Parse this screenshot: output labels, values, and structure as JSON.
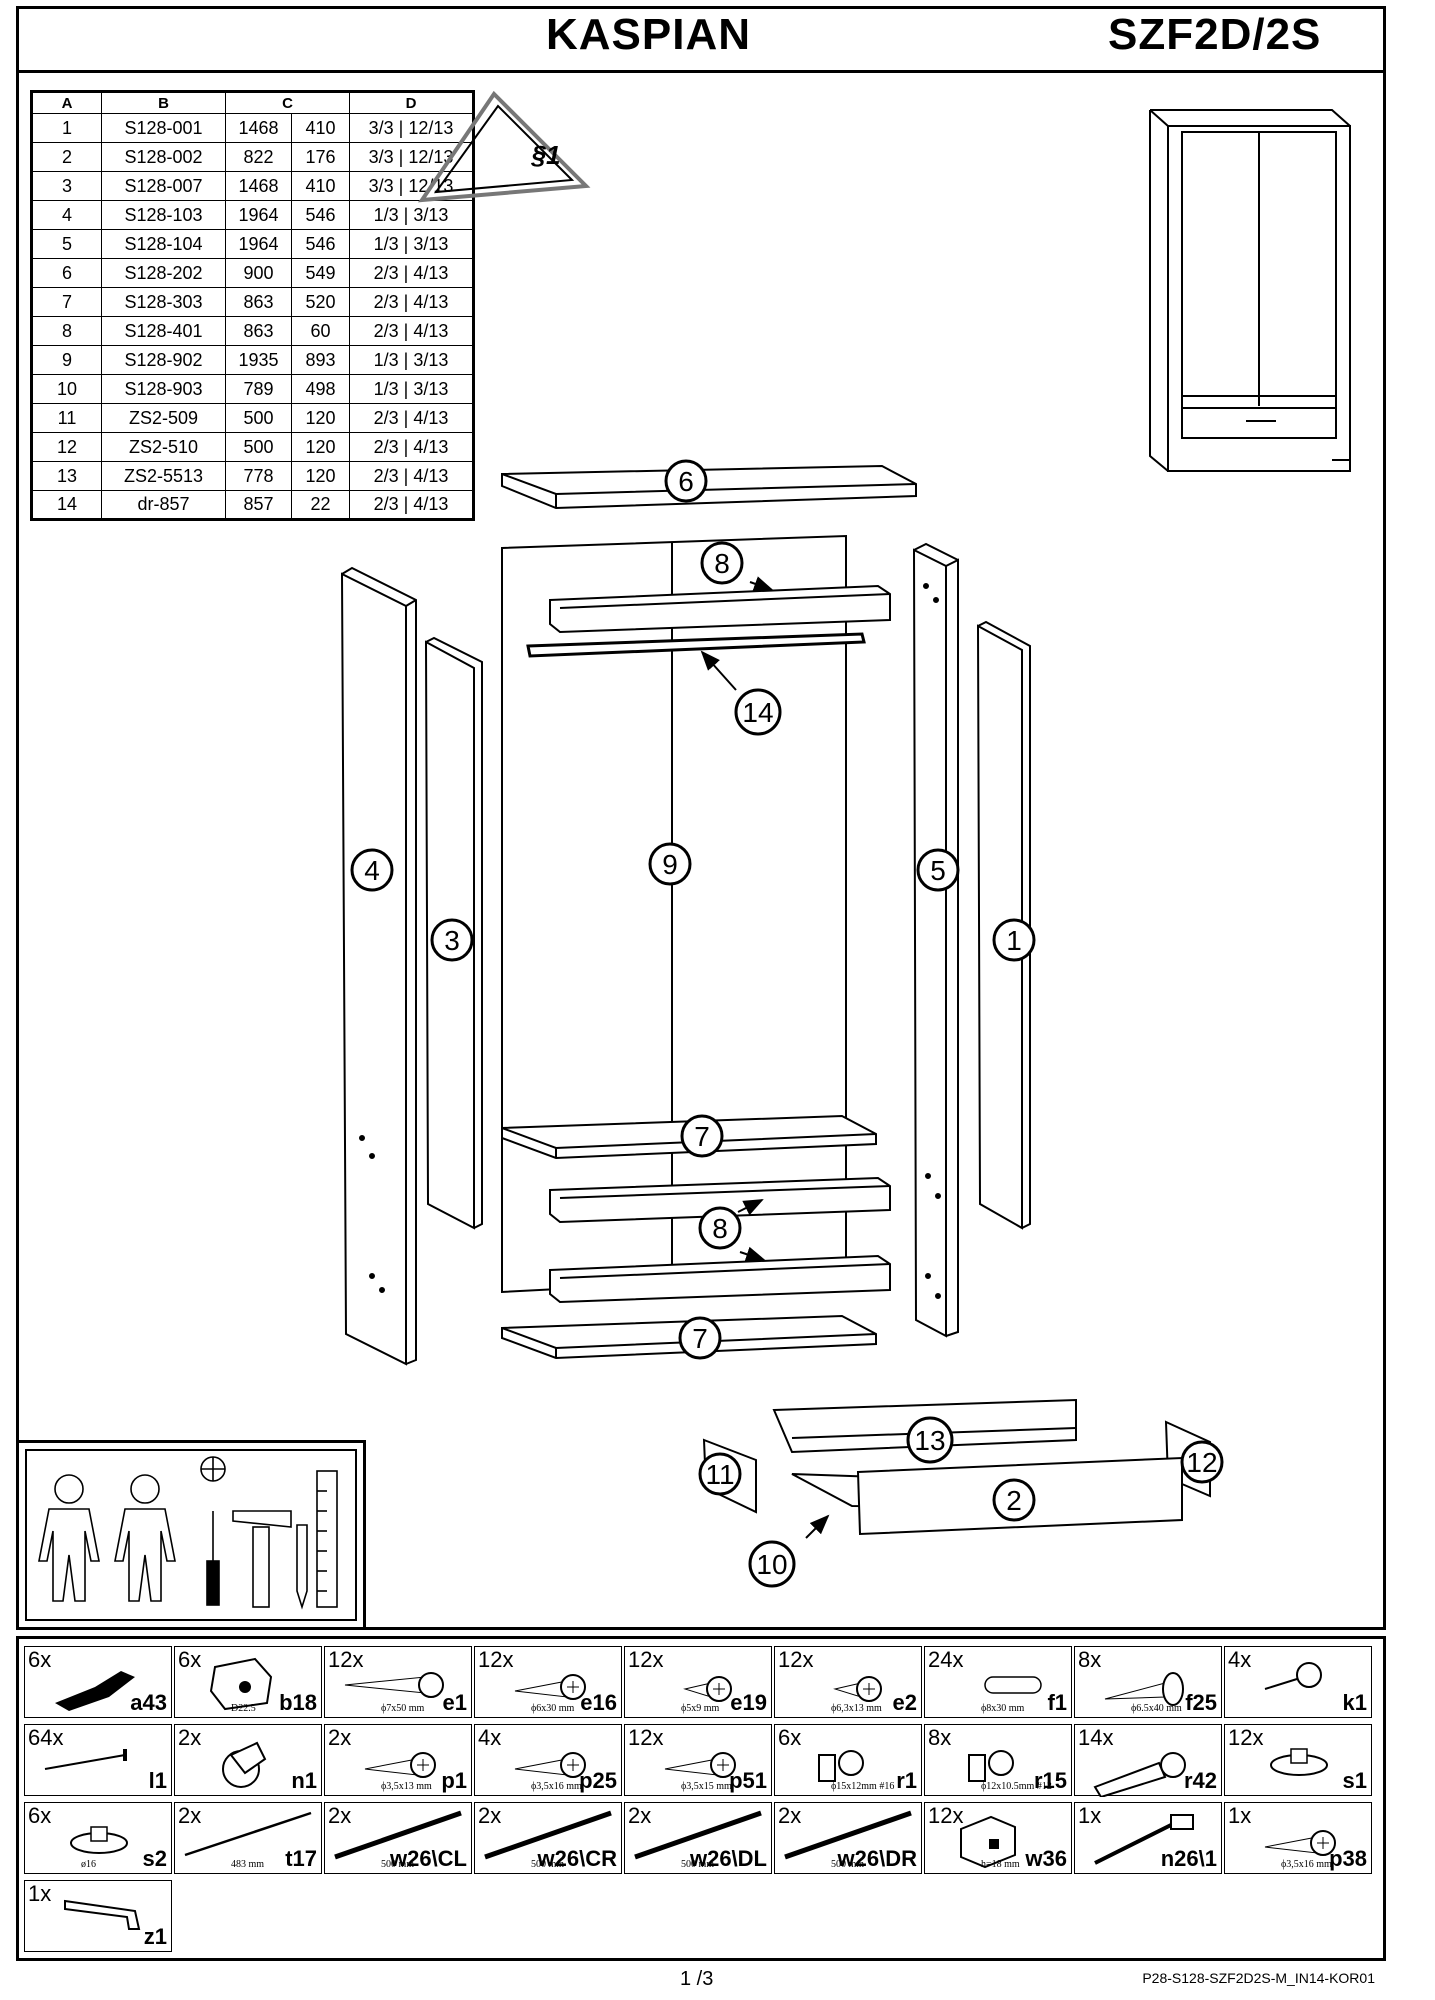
{
  "header": {
    "product_name": "KASPIAN",
    "model_code": "SZF2D/2S"
  },
  "warning_badge": "§1",
  "parts_table": {
    "headers": [
      "A",
      "B",
      "C",
      "D"
    ],
    "rows": [
      [
        "1",
        "S128-001",
        "1468",
        "410",
        "3/3 | 12/13"
      ],
      [
        "2",
        "S128-002",
        "822",
        "176",
        "3/3 | 12/13"
      ],
      [
        "3",
        "S128-007",
        "1468",
        "410",
        "3/3 | 12/13"
      ],
      [
        "4",
        "S128-103",
        "1964",
        "546",
        "1/3 | 3/13"
      ],
      [
        "5",
        "S128-104",
        "1964",
        "546",
        "1/3 | 3/13"
      ],
      [
        "6",
        "S128-202",
        "900",
        "549",
        "2/3 | 4/13"
      ],
      [
        "7",
        "S128-303",
        "863",
        "520",
        "2/3 | 4/13"
      ],
      [
        "8",
        "S128-401",
        "863",
        "60",
        "2/3 | 4/13"
      ],
      [
        "9",
        "S128-902",
        "1935",
        "893",
        "1/3 | 3/13"
      ],
      [
        "10",
        "S128-903",
        "789",
        "498",
        "1/3 | 3/13"
      ],
      [
        "11",
        "ZS2-509",
        "500",
        "120",
        "2/3 | 4/13"
      ],
      [
        "12",
        "ZS2-510",
        "500",
        "120",
        "2/3 | 4/13"
      ],
      [
        "13",
        "ZS2-5513",
        "778",
        "120",
        "2/3 | 4/13"
      ],
      [
        "14",
        "dr-857",
        "857",
        "22",
        "2/3 | 4/13"
      ]
    ]
  },
  "callouts": {
    "n6": "6",
    "n8a": "8",
    "n14": "14",
    "n9": "9",
    "n4": "4",
    "n3": "3",
    "n5": "5",
    "n1": "1",
    "n7a": "7",
    "n8b": "8",
    "n7b": "7",
    "n13": "13",
    "n12": "12",
    "n11": "11",
    "n2": "2",
    "n10": "10"
  },
  "hardware": [
    {
      "qty": "6x",
      "code": "a43",
      "note": "",
      "icon": "hinge-icon"
    },
    {
      "qty": "6x",
      "code": "b18",
      "note": "D22.5",
      "icon": "hinge-plate-icon"
    },
    {
      "qty": "12x",
      "code": "e1",
      "note": "ϕ7x50 mm",
      "icon": "confirmat-screw-icon"
    },
    {
      "qty": "12x",
      "code": "e16",
      "note": "ϕ6x30 mm",
      "icon": "screw-icon"
    },
    {
      "qty": "12x",
      "code": "e19",
      "note": "ϕ5x9 mm",
      "icon": "short-screw-icon"
    },
    {
      "qty": "12x",
      "code": "e2",
      "note": "ϕ6,3x13 mm",
      "icon": "short-screw-icon"
    },
    {
      "qty": "24x",
      "code": "f1",
      "note": "ϕ8x30 mm",
      "icon": "dowel-icon"
    },
    {
      "qty": "8x",
      "code": "f25",
      "note": "ϕ6.5x40 mm",
      "icon": "bolt-icon"
    },
    {
      "qty": "4x",
      "code": "k1",
      "note": "",
      "icon": "glide-pin-icon"
    },
    {
      "qty": "64x",
      "code": "l1",
      "note": "",
      "icon": "nail-icon"
    },
    {
      "qty": "2x",
      "code": "n1",
      "note": "",
      "icon": "cam-lock-icon"
    },
    {
      "qty": "2x",
      "code": "p1",
      "note": "ϕ3,5x13 mm",
      "icon": "screw-icon"
    },
    {
      "qty": "4x",
      "code": "p25",
      "note": "ϕ3,5x16 mm",
      "icon": "screw-icon"
    },
    {
      "qty": "12x",
      "code": "p51",
      "note": "ϕ3,5x15 mm",
      "icon": "screw-icon"
    },
    {
      "qty": "6x",
      "code": "r1",
      "note": "ϕ15x12mm #16",
      "icon": "plastic-plug-icon"
    },
    {
      "qty": "8x",
      "code": "r15",
      "note": "ϕ12x10.5mm #12",
      "icon": "plastic-plug-icon"
    },
    {
      "qty": "14x",
      "code": "r42",
      "note": "",
      "icon": "anchor-bolt-icon"
    },
    {
      "qty": "12x",
      "code": "s1",
      "note": "",
      "icon": "cap-icon"
    },
    {
      "qty": "6x",
      "code": "s2",
      "note": "ø16",
      "icon": "cap-icon"
    },
    {
      "qty": "2x",
      "code": "t17",
      "note": "483 mm",
      "icon": "rod-icon"
    },
    {
      "qty": "2x",
      "code": "w26\\CL",
      "note": "500 mm",
      "icon": "rail-icon"
    },
    {
      "qty": "2x",
      "code": "w26\\CR",
      "note": "500 mm",
      "icon": "rail-icon"
    },
    {
      "qty": "2x",
      "code": "w26\\DL",
      "note": "500 mm",
      "icon": "rail-icon"
    },
    {
      "qty": "2x",
      "code": "w26\\DR",
      "note": "500 mm",
      "icon": "rail-icon"
    },
    {
      "qty": "12x",
      "code": "w36",
      "note": "h=18 mm",
      "icon": "block-icon"
    },
    {
      "qty": "1x",
      "code": "n26\\1",
      "note": "",
      "icon": "strap-icon"
    },
    {
      "qty": "1x",
      "code": "p38",
      "note": "ϕ3,5x16 mm",
      "icon": "screw-icon"
    },
    {
      "qty": "1x",
      "code": "z1",
      "note": "",
      "icon": "hex-key-icon"
    }
  ],
  "footer": {
    "page": "1 /3",
    "doc_code": "P28-S128-SZF2D2S-M_IN14-KOR01"
  }
}
